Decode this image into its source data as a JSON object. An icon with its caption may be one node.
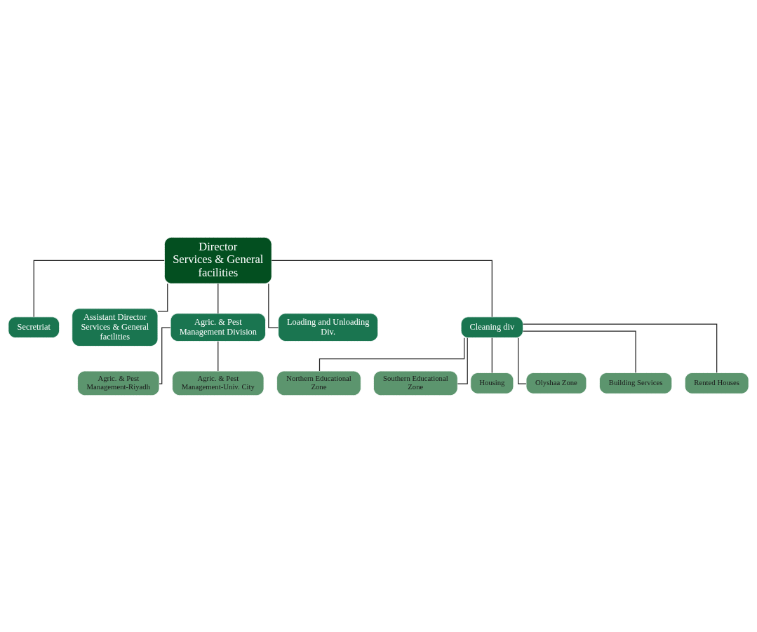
{
  "diagram": {
    "nodes": [
      {
        "text": [
          "Director",
          "Services & General facilities"
        ]
      },
      {
        "text": [
          "Secretriat"
        ]
      },
      {
        "text": [
          "Assistant Director Services & General facilities"
        ]
      },
      {
        "text": [
          "Agric. & Pest Management Division"
        ]
      },
      {
        "text": [
          "Loading and Unloading Div."
        ]
      },
      {
        "text": [
          "Cleaning div"
        ]
      },
      {
        "text": [
          "Agric. & Pest Management-Riyadh"
        ]
      },
      {
        "text": [
          "Agric. & Pest Management-Univ. City"
        ]
      },
      {
        "text": [
          "Northern Educational Zone"
        ]
      },
      {
        "text": [
          "Southern Educational Zone"
        ]
      },
      {
        "text": [
          "Housing"
        ]
      },
      {
        "text": [
          "Olyshaa Zone"
        ]
      },
      {
        "text": [
          "Building Services"
        ]
      },
      {
        "text": [
          "Rented Houses"
        ]
      }
    ],
    "edges": [
      {
        "from": 0,
        "to": 1,
        "arrow": "none"
      },
      {
        "from": 0,
        "to": 2,
        "arrow": "none"
      },
      {
        "from": 0,
        "to": 3,
        "arrow": "none"
      },
      {
        "from": 0,
        "to": 4,
        "arrow": "none"
      },
      {
        "from": 0,
        "to": 5,
        "arrow": "none"
      },
      {
        "from": 3,
        "to": 6,
        "arrow": "none"
      },
      {
        "from": 3,
        "to": 7,
        "arrow": "none"
      },
      {
        "from": 5,
        "to": 8,
        "arrow": "none"
      },
      {
        "from": 5,
        "to": 9,
        "arrow": "none"
      },
      {
        "from": 5,
        "to": 10,
        "arrow": "none"
      },
      {
        "from": 5,
        "to": 11,
        "arrow": "none"
      },
      {
        "from": 5,
        "to": 12,
        "arrow": "none"
      },
      {
        "from": 5,
        "to": 13,
        "arrow": "none"
      }
    ]
  }
}
